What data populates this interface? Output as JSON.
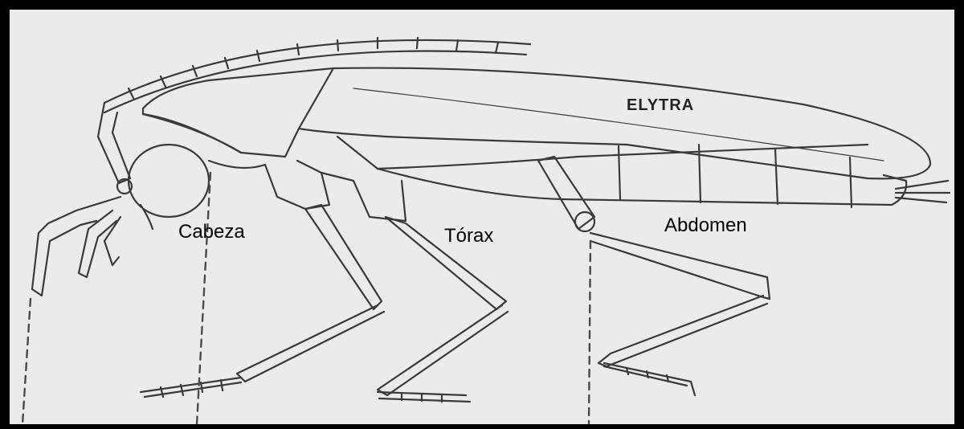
{
  "diagram": {
    "labels": {
      "elytra": "ELYTRA",
      "head": "Cabeza",
      "thorax": "Tórax",
      "abdomen": "Abdomen"
    },
    "colors": {
      "frame": "#000000",
      "paper": "#ecebe9",
      "ink": "#3a3a3a",
      "label": "#000000"
    }
  }
}
